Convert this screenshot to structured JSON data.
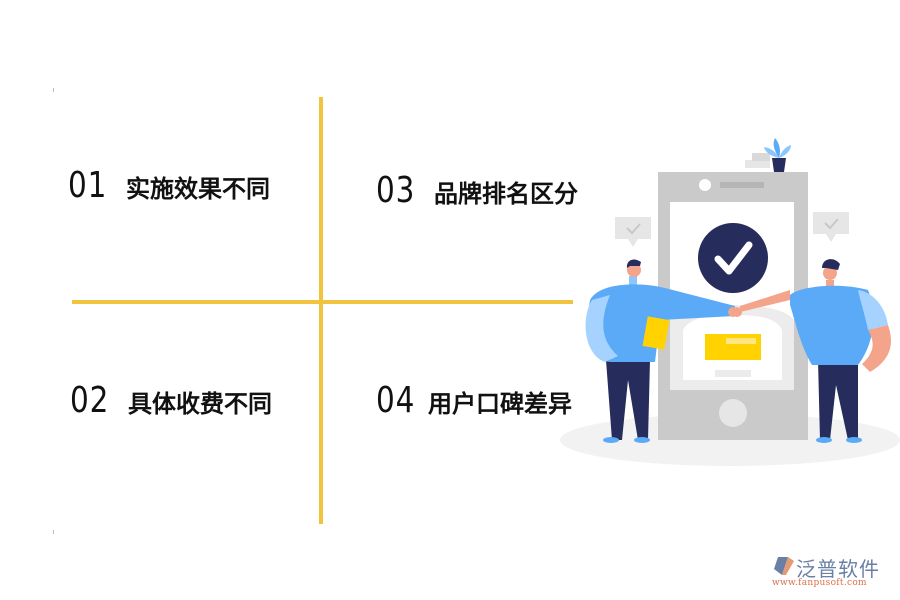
{
  "items": [
    {
      "number": "01",
      "label": "实施效果不同"
    },
    {
      "number": "02",
      "label": "具体收费不同"
    },
    {
      "number": "03",
      "label": "品牌排名区分"
    },
    {
      "number": "04",
      "label": "用户口碑差异"
    }
  ],
  "colors": {
    "accent_line": "#f1c33f",
    "shirt_blue": "#5aaaf8",
    "navy": "#262c5c",
    "phone_gray": "#cacaca",
    "yellow_card": "#ffd200",
    "skin": "#f3a48a"
  },
  "illustration": {
    "name": "two-people-fist-bump-phone-checkmark",
    "icons": [
      "checkmark-icon",
      "speech-bubble-check-icon",
      "plant-icon"
    ]
  },
  "logo": {
    "name": "泛普软件",
    "url": "www.fanpusoft.com"
  }
}
